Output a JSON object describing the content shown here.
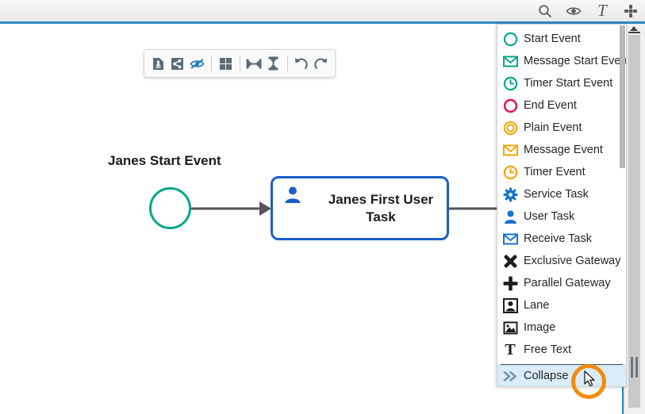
{
  "header": {
    "icons": [
      {
        "name": "search-icon",
        "label": "Search"
      },
      {
        "name": "eye-icon",
        "label": "Preview"
      },
      {
        "name": "text-icon",
        "label": "T"
      },
      {
        "name": "move-icon",
        "label": "Move"
      }
    ]
  },
  "element_toolbar": {
    "buttons": [
      {
        "name": "save-icon",
        "label": "Save"
      },
      {
        "name": "share-icon",
        "label": "Share"
      },
      {
        "name": "hide-eye-icon",
        "label": "Hide",
        "active": true
      },
      {
        "name": "grid-icon",
        "label": "Grid"
      },
      {
        "name": "align-horizontal-icon",
        "label": "Align Horizontal"
      },
      {
        "name": "align-vertical-icon",
        "label": "Align Vertical"
      },
      {
        "name": "undo-icon",
        "label": "Undo"
      },
      {
        "name": "redo-icon",
        "label": "Redo"
      }
    ]
  },
  "diagram": {
    "start_event_label": "Janes Start Event",
    "task_label": "Janes First User Task",
    "colors": {
      "start_event": "#00A887",
      "task_border": "#1A5FC8",
      "connector": "#555555"
    }
  },
  "palette": {
    "items": [
      {
        "label": "Start Event",
        "icon": "circle-icon",
        "color": "#00A887"
      },
      {
        "label": "Message Start Event",
        "icon": "envelope-icon",
        "color": "#00A887"
      },
      {
        "label": "Timer Start Event",
        "icon": "clock-icon",
        "color": "#00A887"
      },
      {
        "label": "End Event",
        "icon": "circle-icon",
        "color": "#E8174A"
      },
      {
        "label": "Plain Event",
        "icon": "double-circle-icon",
        "color": "#F0A500"
      },
      {
        "label": "Message Event",
        "icon": "envelope-icon",
        "color": "#F0A500"
      },
      {
        "label": "Timer Event",
        "icon": "clock-icon",
        "color": "#F0A500"
      },
      {
        "label": "Service Task",
        "icon": "gear-icon",
        "color": "#1A6FD0"
      },
      {
        "label": "User Task",
        "icon": "user-icon",
        "color": "#1A6FD0"
      },
      {
        "label": "Receive Task",
        "icon": "envelope-icon",
        "color": "#1A6FD0"
      },
      {
        "label": "Exclusive Gateway",
        "icon": "x-cross-icon",
        "color": "#1c1c1c"
      },
      {
        "label": "Parallel Gateway",
        "icon": "plus-cross-icon",
        "color": "#1c1c1c"
      },
      {
        "label": "Lane",
        "icon": "lane-icon",
        "color": "#1c1c1c"
      },
      {
        "label": "Image",
        "icon": "image-icon",
        "color": "#1c1c1c"
      },
      {
        "label": "Free Text",
        "icon": "free-text-icon",
        "color": "#1c1c1c"
      }
    ],
    "collapse": {
      "label": "Collapse",
      "icon": "double-chevron-right-icon",
      "color": "#7a93a8"
    }
  }
}
